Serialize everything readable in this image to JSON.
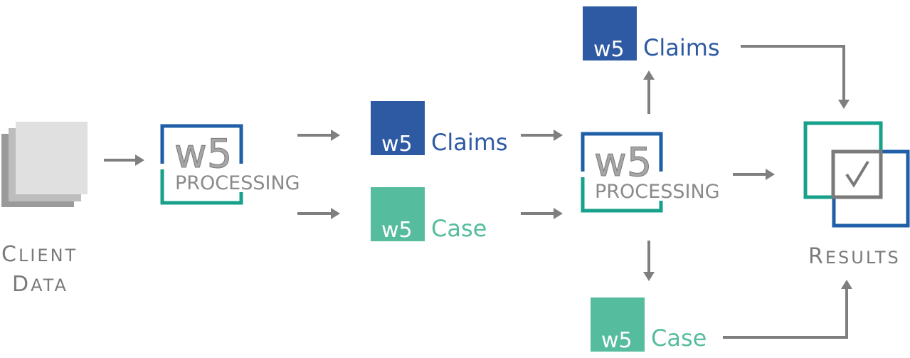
{
  "client": {
    "caption_line1": {
      "big": "C",
      "small": "LIENT"
    },
    "caption_line2": {
      "big": "D",
      "small": "ATA"
    }
  },
  "processing": {
    "logo": "w5",
    "label": "PROCESSING"
  },
  "claims": {
    "logo": "w5",
    "label": "Claims"
  },
  "case": {
    "logo": "w5",
    "label": "Case"
  },
  "results": {
    "caption": {
      "big": "R",
      "small": "ESULTS"
    }
  },
  "colors": {
    "blue": "#2e5aa3",
    "teal": "#55bd9d",
    "frame_blue": "#1f5fa8",
    "frame_teal": "#17a08a",
    "gray_arrow": "#7f7f7f",
    "check_gray": "#7a7a7a"
  },
  "icons": {
    "client_data": "stacked-pages-icon",
    "results": "checkmark-icon"
  }
}
